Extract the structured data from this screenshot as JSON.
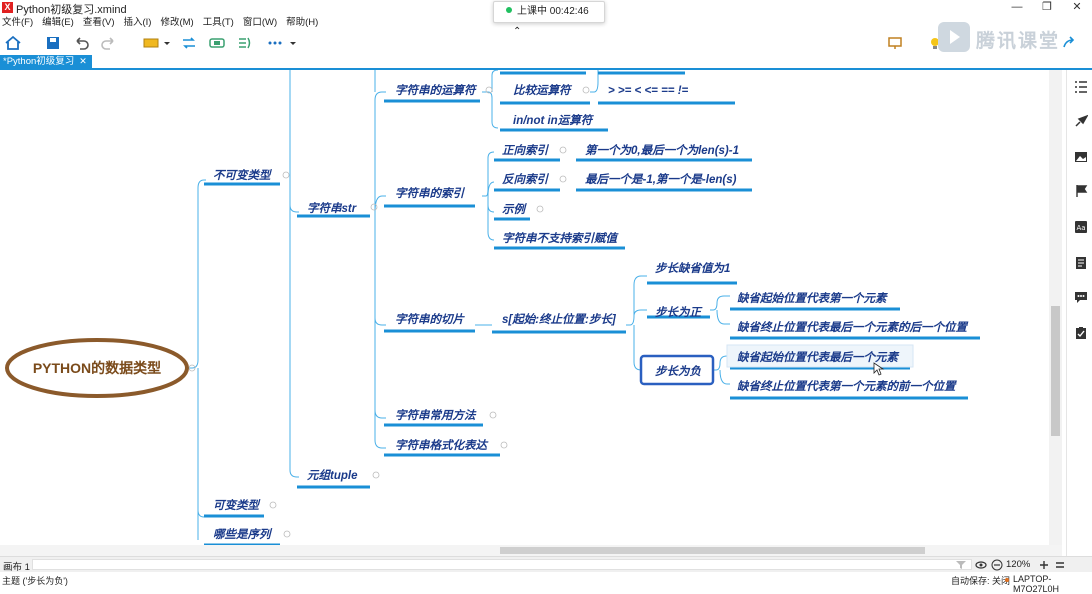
{
  "window": {
    "title": "Python初级复习.xmind",
    "logo_char": "X",
    "controls": [
      "—",
      "❐",
      "✕"
    ]
  },
  "menu": [
    "文件(F)",
    "编辑(E)",
    "查看(V)",
    "插入(I)",
    "修改(M)",
    "工具(T)",
    "窗口(W)",
    "帮助(H)"
  ],
  "timer": {
    "label": "上课中 00:42:46",
    "chevron": "⌃"
  },
  "watermark": {
    "text": "腾讯课堂"
  },
  "tab": {
    "label": "*Python初级复习",
    "close": "✕"
  },
  "mindmap": {
    "root": "PYTHON的数据类型",
    "immutable": "不可变类型",
    "mutable": "可变类型",
    "sequences": "哪些是序列",
    "str": "字符串str",
    "tuple": "元组tuple",
    "str_ops": "字符串的运算符",
    "str_index": "字符串的索引",
    "str_slice": "字符串的切片",
    "str_methods": "字符串常用方法",
    "str_format": "字符串格式化表达",
    "compare_ops": "比较运算符",
    "compare_list": "> >= < <= == !=",
    "in_ops": "in/not in运算符",
    "fwd_index": "正向索引",
    "fwd_desc": "第一个为0,最后一个为len(s)-1",
    "rev_index": "反向索引",
    "rev_desc": "最后一个是-1,第一个是-len(s)",
    "example": "示例",
    "no_assign": "字符串不支持索引赋值",
    "slice_syntax": "s[起始:终止位置:步长]",
    "step_default": "步长缺省值为1",
    "step_pos": "步长为正",
    "step_neg": "步长为负",
    "pos_start": "缺省起始位置代表第一个元素",
    "pos_end": "缺省终止位置代表最后一个元素的后一个位置",
    "neg_start": "缺省起始位置代表最后一个元素",
    "neg_end": "缺省终止位置代表第一个元素的前一个位置"
  },
  "status": {
    "sheet": "画布 1",
    "zoom": "120%",
    "topic": "主题 ('步长为负')",
    "autosave": "自动保存: 关闭",
    "computer": "LAPTOP-M7O27L0H"
  },
  "colors": {
    "accent": "#1a8fd6",
    "root_border": "#8b5a2b",
    "root_text": "#7a4a1a",
    "node_text": "#1a3a8a",
    "line": "#4ab0e8"
  }
}
